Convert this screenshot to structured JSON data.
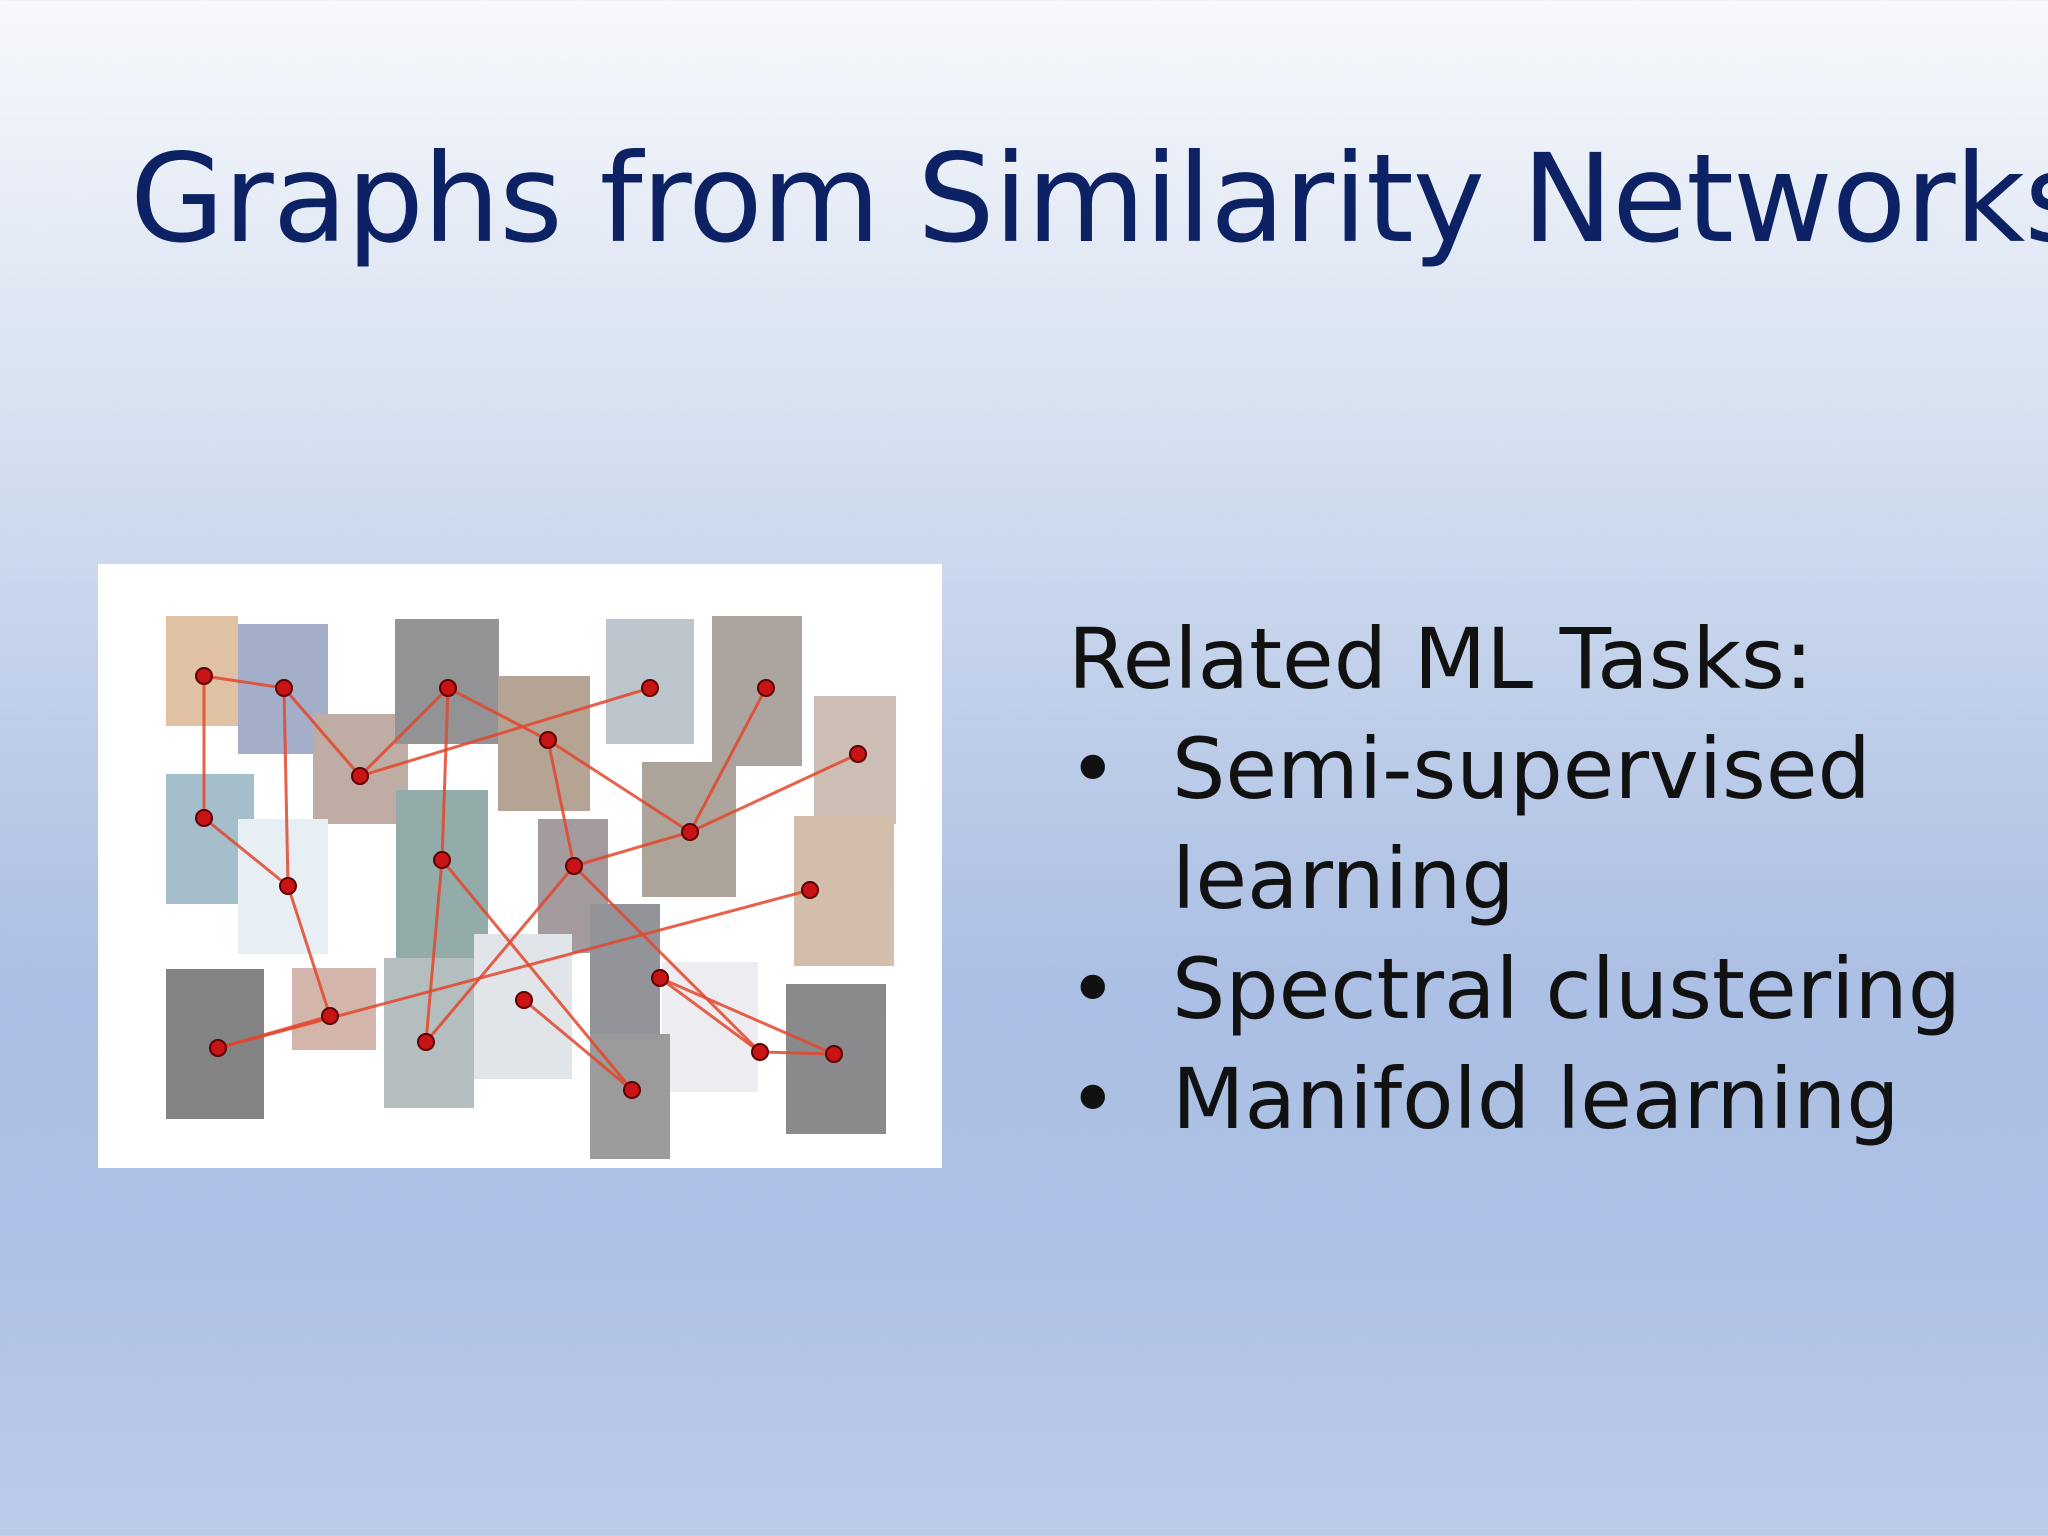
{
  "slide": {
    "title": "Graphs from Similarity Networks"
  },
  "tasks": {
    "heading": "Related ML Tasks:",
    "bullet": "•",
    "items": [
      "Semi-supervised learning",
      "Spectral clustering",
      "Manifold learning"
    ]
  },
  "colors": {
    "title": "#0c2265",
    "text": "#111111",
    "edge": "#e2462c",
    "node_fill": "#c81414",
    "node_stroke": "#5a0000"
  }
}
